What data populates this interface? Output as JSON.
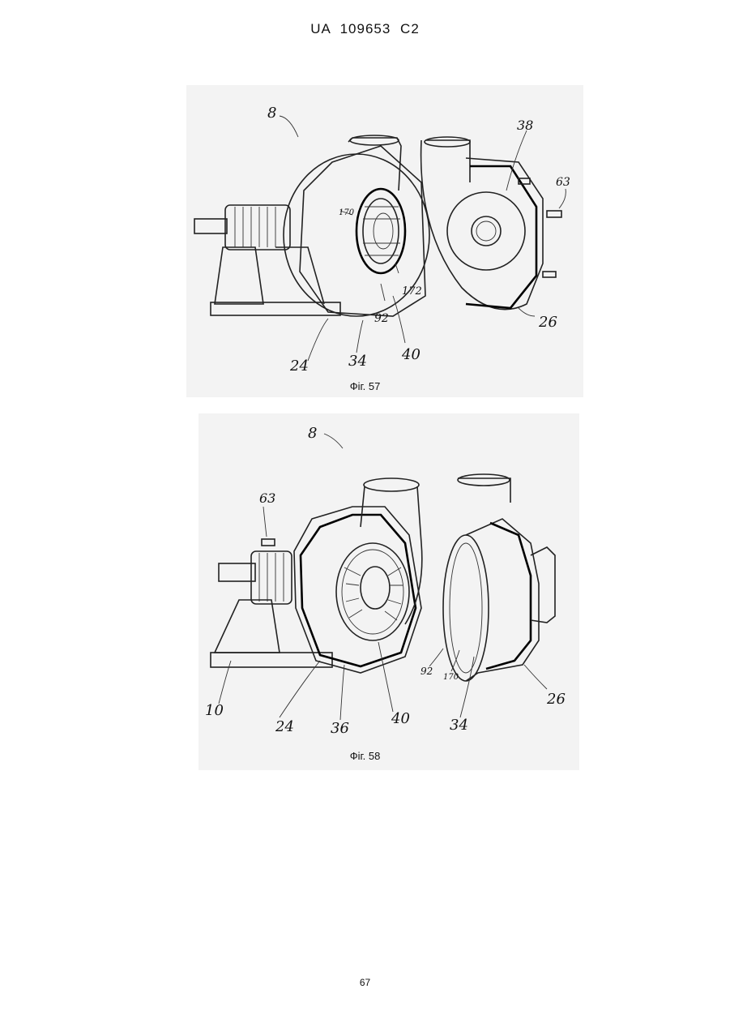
{
  "header": {
    "text": "UA   109653   C2"
  },
  "figures": [
    {
      "caption": "Фіг. 57",
      "refs": {
        "r8": "8",
        "r38": "38",
        "r63": "63",
        "r170": "170",
        "r172": "172",
        "r92": "92",
        "r26": "26",
        "r24": "24",
        "r34": "34",
        "r40": "40"
      }
    },
    {
      "caption": "Фіг. 58",
      "refs": {
        "r8": "8",
        "r63": "63",
        "r10": "10",
        "r24": "24",
        "r36": "36",
        "r40": "40",
        "r92": "92",
        "r170": "170",
        "r34": "34",
        "r26": "26"
      }
    }
  ],
  "page_number": "67"
}
